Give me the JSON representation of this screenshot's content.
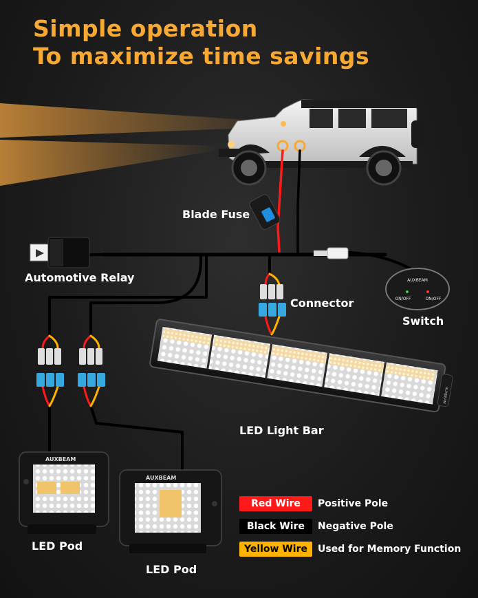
{
  "headline": {
    "line1": "Simple operation",
    "line2": "To maximize time savings"
  },
  "labels": {
    "blade_fuse": "Blade Fuse",
    "automotive_relay": "Automotive Relay",
    "connector": "Connector",
    "switch": "Switch",
    "led_light_bar": "LED Light Bar",
    "led_pod_1": "LED Pod",
    "led_pod_2": "LED Pod"
  },
  "brand": "AUXBEAM",
  "switch_panel": {
    "brand": "AUXBEAM",
    "left_button": "ON/OFF",
    "right_button": "ON/OFF"
  },
  "legend": [
    {
      "swatch": "Red Wire",
      "meaning": "Positive Pole",
      "color": "#ff1a1a"
    },
    {
      "swatch": "Black Wire",
      "meaning": "Negative Pole",
      "color": "#000000"
    },
    {
      "swatch": "Yellow Wire",
      "meaning": "Used for Memory Function",
      "color": "#ffb300"
    }
  ],
  "colors": {
    "accent": "#f7a934",
    "wire_red": "#ff1a1a",
    "wire_black": "#000000",
    "wire_yellow": "#ffb300",
    "connector_blue": "#36a8e0"
  }
}
